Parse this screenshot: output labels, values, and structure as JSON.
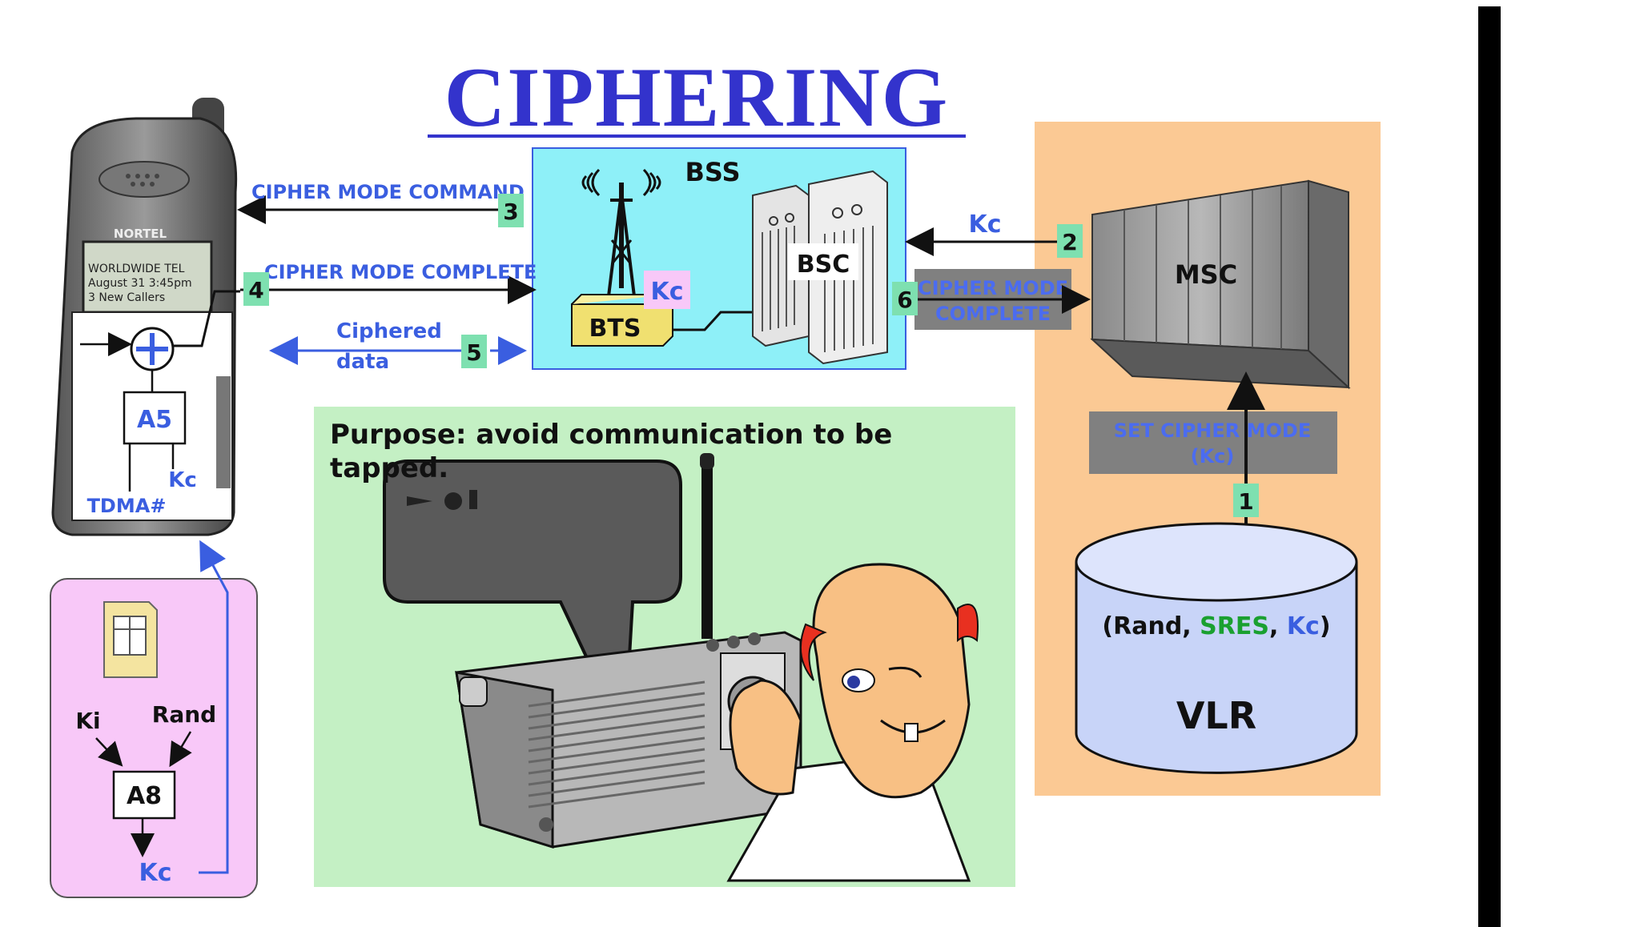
{
  "title": "CIPHERING",
  "phone": {
    "brand": "NORTEL",
    "screen_lines": [
      "WORLDWIDE TEL",
      "August 31  3:45pm",
      "3 New Callers"
    ],
    "a5_label": "A5",
    "kc_label": "Kc",
    "tdma_label": "TDMA#"
  },
  "sim_panel": {
    "ki": "Ki",
    "rand": "Rand",
    "a8": "A8",
    "kc": "Kc"
  },
  "bss": {
    "label": "BSS",
    "bts": "BTS",
    "bsc": "BSC",
    "kc": "Kc"
  },
  "msc": {
    "label": "MSC"
  },
  "vlr": {
    "label": "VLR",
    "triplet_open": "(Rand, ",
    "sres": "SRES",
    "sep": ", ",
    "kc": "Kc",
    "triplet_close": ")"
  },
  "messages": {
    "cipher_mode_command": "CIPHER MODE COMMAND",
    "cipher_mode_complete": "CIPHER MODE COMPLETE",
    "ciphered": "Ciphered",
    "data": "data",
    "kc": "Kc",
    "cipher_mode_complete_box_line1": "CIPHER MODE",
    "cipher_mode_complete_box_line2": "COMPLETE",
    "set_cipher_mode_line1": "SET CIPHER MODE",
    "set_cipher_mode_line2": "(Kc)"
  },
  "steps": [
    "1",
    "2",
    "3",
    "4",
    "5",
    "6"
  ],
  "purpose": {
    "line1": "Purpose: avoid communication to be",
    "line2": "tapped."
  },
  "colors": {
    "title": "#3333cc",
    "label_blue": "#3a5ee0",
    "bss_bg": "#8ef0f8",
    "core_bg": "#fbc994",
    "purpose_bg": "#c4f0c4",
    "sim_bg": "#f8c8f8",
    "vlr_fill": "#c8d4f8",
    "step_badge": "#7ee0b0",
    "sres": "#1aa030"
  }
}
